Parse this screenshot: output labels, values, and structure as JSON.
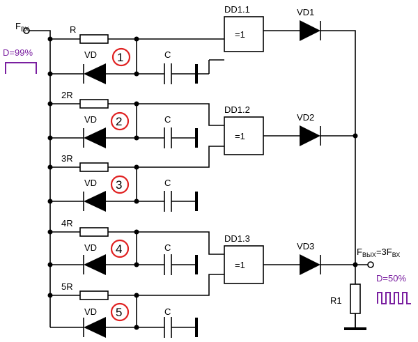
{
  "input": {
    "label_main": "F",
    "label_sub": "ВХ",
    "duty": "D=99%"
  },
  "output": {
    "label_main": "F",
    "label_sub": "ВЫХ",
    "label_eq": "=3F",
    "label_sub2": "ВХ",
    "duty": "D=50%"
  },
  "gates": [
    {
      "name": "DD1.1",
      "func": "=1"
    },
    {
      "name": "DD1.2",
      "func": "=1"
    },
    {
      "name": "DD1.3",
      "func": "=1"
    }
  ],
  "out_diodes": [
    "VD1",
    "VD2",
    "VD3"
  ],
  "resistors": [
    "R",
    "2R",
    "3R",
    "4R",
    "5R"
  ],
  "branch_diode_label": "VD",
  "branch_cap_label": "C",
  "branch_numbers": [
    "1",
    "2",
    "3",
    "4",
    "5"
  ],
  "load_resistor": "R1",
  "colors": {
    "wire": "#000000",
    "badge_ring": "#e02020",
    "waveform": "#7a1fa0"
  }
}
